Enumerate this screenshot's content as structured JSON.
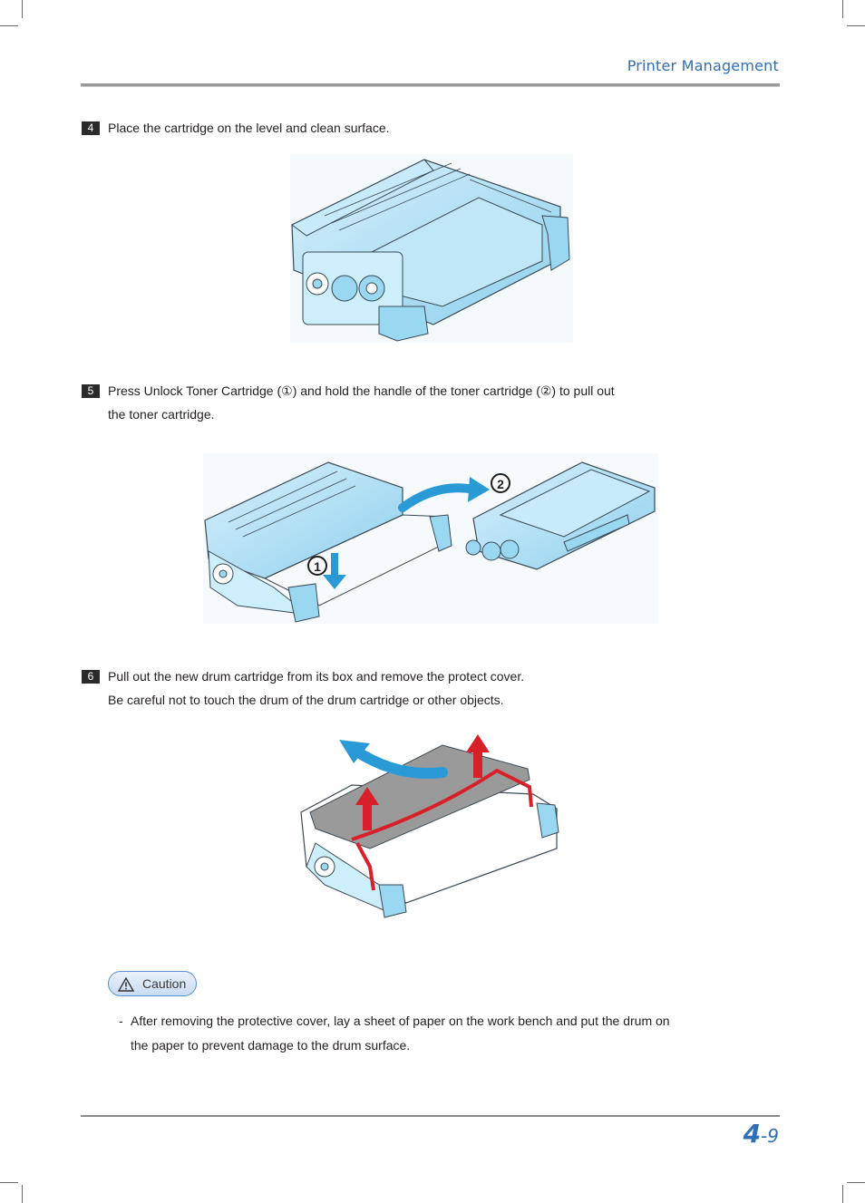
{
  "header": {
    "section_title": "Printer Management"
  },
  "steps": [
    {
      "number": "4",
      "lines": [
        "Place the cartridge on the level and clean surface."
      ]
    },
    {
      "number": "5",
      "lines": [
        "Press Unlock Toner Cartridge (①) and hold the handle of the toner cartridge (②) to pull out",
        "the toner cartridge."
      ]
    },
    {
      "number": "6",
      "lines": [
        "Pull out the new drum cartridge from its box and remove the protect cover.",
        "Be careful not to touch the drum of the drum cartridge or other objects."
      ]
    }
  ],
  "figure2": {
    "callout_1": "1",
    "callout_2": "2"
  },
  "caution": {
    "label": "Caution",
    "items": [
      {
        "bullet": "-",
        "lines": [
          "After removing the protective cover, lay a sheet of paper on the work bench and put the drum on",
          "the paper to prevent damage to the drum surface."
        ]
      }
    ]
  },
  "footer": {
    "chapter": "4",
    "page": "-9"
  },
  "colors": {
    "accent": "#2f6fb6",
    "cartridge": "#a9dcf2",
    "arrow_blue": "#2a9ad6",
    "arrow_red": "#d8202a",
    "cover_gray": "#9a9a9a"
  }
}
